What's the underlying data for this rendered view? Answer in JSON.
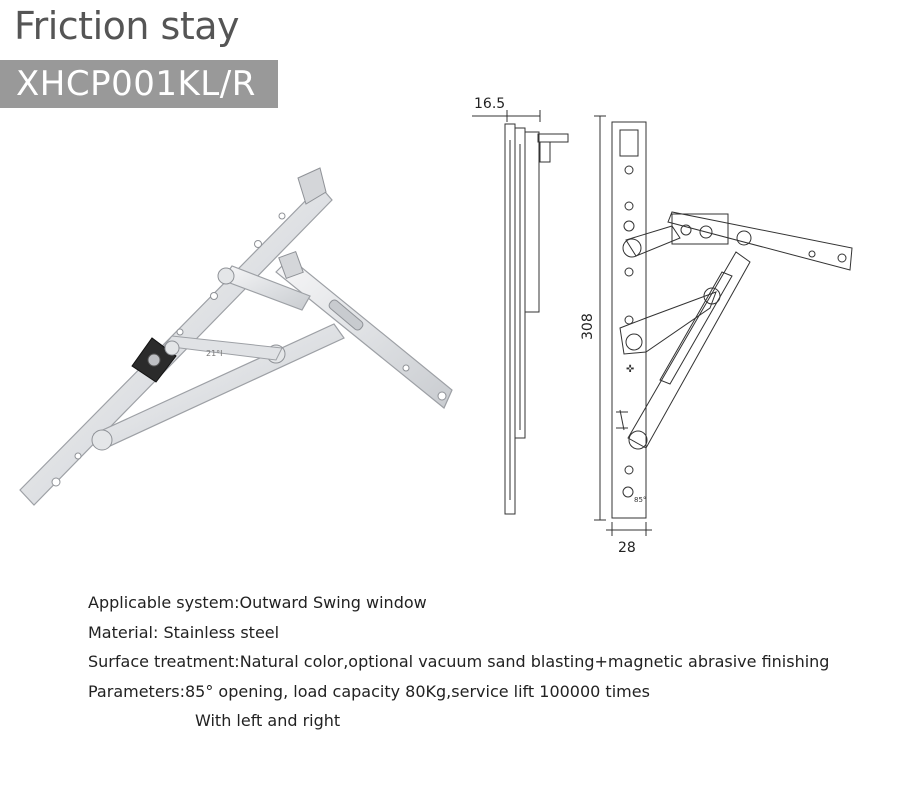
{
  "product": {
    "title": "Friction stay",
    "model": "XHCP001KL/R"
  },
  "drawing": {
    "dim_side_width": "16.5",
    "dim_length": "308",
    "dim_front_width": "28",
    "stamp_text": "21°Ⅰ",
    "angle_text": "85°"
  },
  "specs": {
    "lines": [
      "Applicable system:Outward Swing window",
      "Material: Stainless steel",
      "Surface treatment:Natural color,optional vacuum sand blasting+magnetic abrasive finishing",
      "Parameters:85° opening, load capacity 80Kg,service lift 100000 times",
      "With left and right"
    ]
  },
  "colors": {
    "title_text": "#555555",
    "badge_bg": "#999999",
    "badge_text": "#ffffff",
    "metal": "#e9eaec",
    "metal_edge": "#9da0a5",
    "line_drawing": "#333333"
  }
}
